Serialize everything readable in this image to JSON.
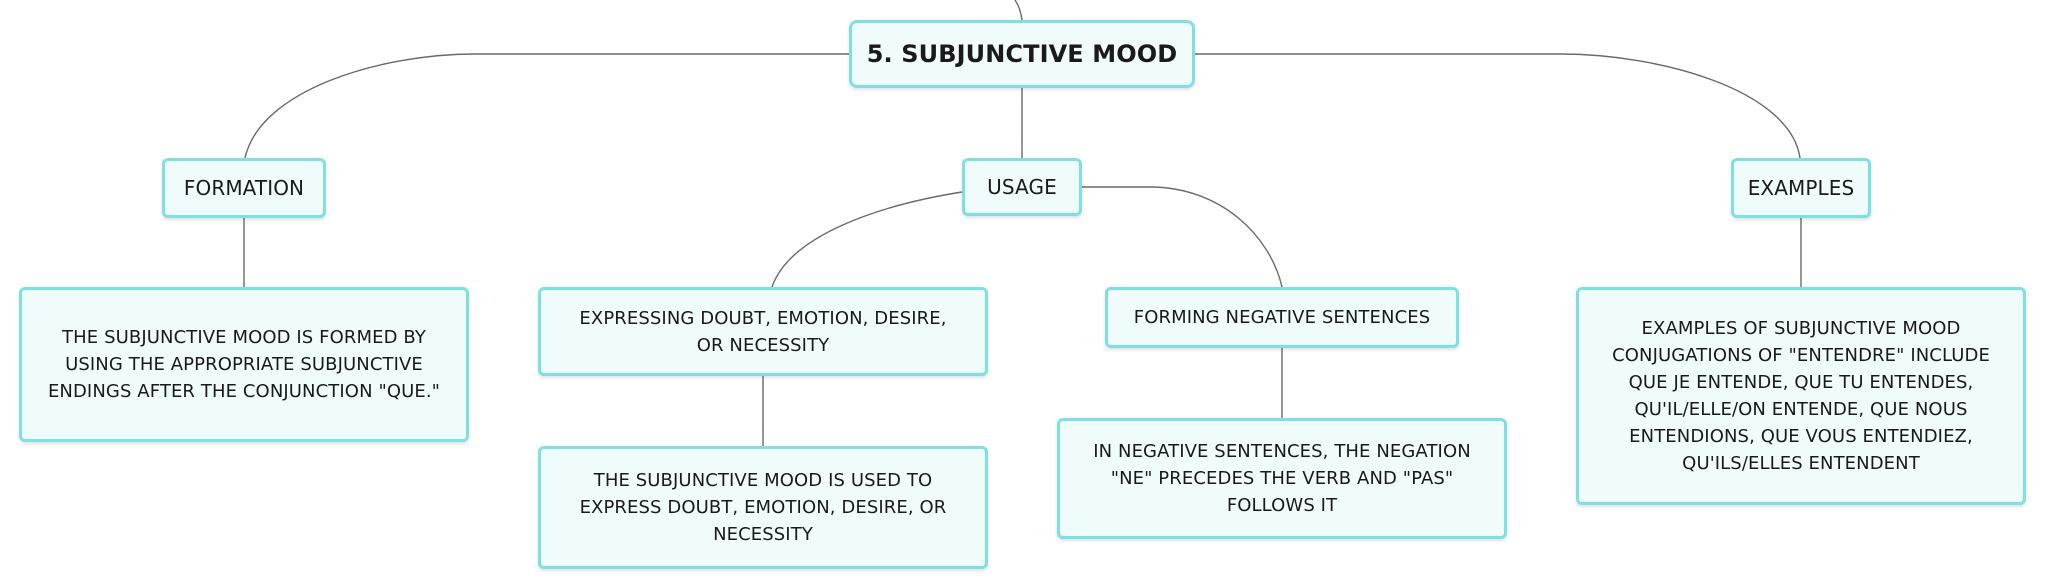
{
  "diagram": {
    "root": {
      "label": "5. SUBJUNCTIVE MOOD"
    },
    "branches": {
      "formation": {
        "label": "FORMATION",
        "detail": "THE SUBJUNCTIVE MOOD IS FORMED BY USING THE APPROPRIATE SUBJUNCTIVE ENDINGS AFTER THE CONJUNCTION \"QUE.\""
      },
      "usage": {
        "label": "USAGE",
        "children": {
          "expressing": {
            "label": "EXPRESSING DOUBT, EMOTION, DESIRE, OR NECESSITY",
            "detail": "THE SUBJUNCTIVE MOOD IS USED TO EXPRESS DOUBT, EMOTION, DESIRE, OR NECESSITY"
          },
          "negative": {
            "label": "FORMING NEGATIVE SENTENCES",
            "detail": "IN NEGATIVE SENTENCES, THE NEGATION \"NE\" PRECEDES THE VERB AND \"PAS\" FOLLOWS IT"
          }
        }
      },
      "examples": {
        "label": "EXAMPLES",
        "detail": "EXAMPLES OF SUBJUNCTIVE MOOD CONJUGATIONS OF \"ENTENDRE\" INCLUDE QUE JE ENTENDE, QUE TU ENTENDES, QU'IL/ELLE/ON ENTENDE, QUE NOUS ENTENDIONS, QUE VOUS ENTENDIEZ, QU'ILS/ELLES ENTENDENT"
      }
    },
    "colors": {
      "node_border": "#7fe0e2",
      "node_fill": "#f0fbfb",
      "connector": "#6a6a6a"
    }
  }
}
